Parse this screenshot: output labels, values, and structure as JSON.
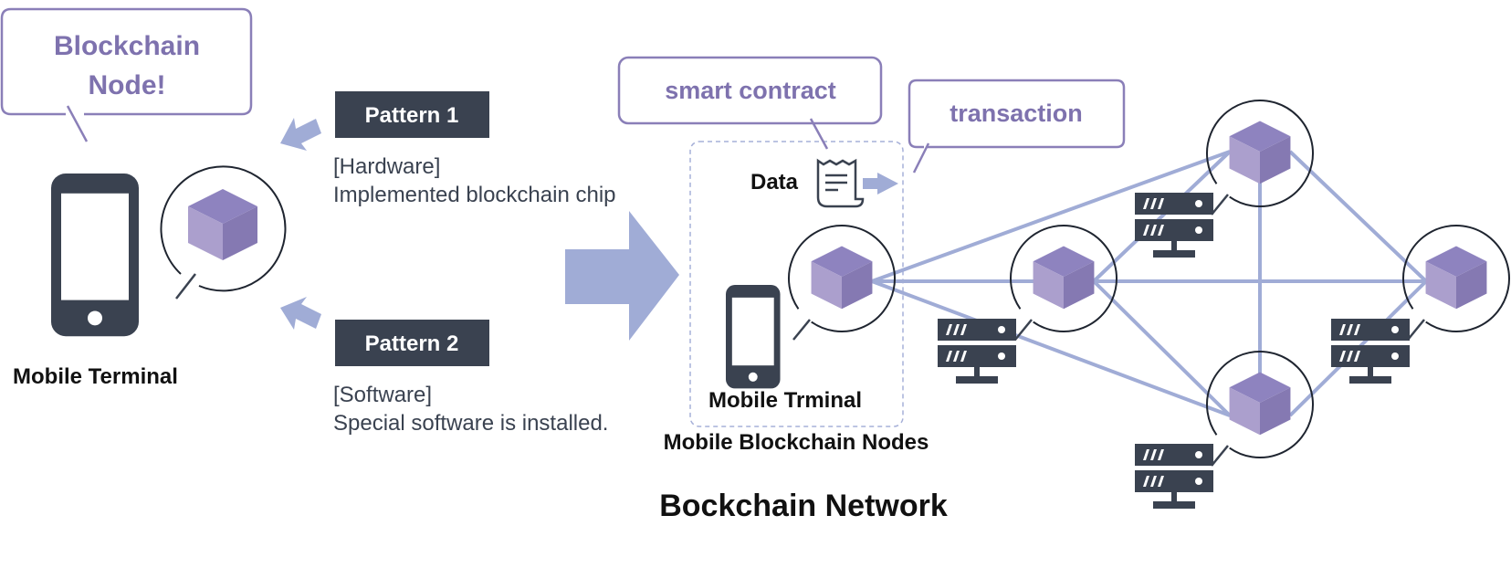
{
  "colors": {
    "accent_purple": "#7e72ae",
    "bubble_border": "#8a7fb8",
    "arrow_blue": "#a0acd6",
    "dark_slate": "#3a4250",
    "cube_top": "#8e83bf",
    "cube_left": "#ab9fcd",
    "cube_right": "#8579b2",
    "link_line": "#a0acd6",
    "dashed_box": "#a6b0d8"
  },
  "left_panel": {
    "speech_bubble": {
      "line1": "Blockchain",
      "line2": "Node!"
    },
    "device_label": "Mobile Terminal",
    "device_icon": "smartphone-icon",
    "node_icon": "cube-icon"
  },
  "patterns": [
    {
      "badge": "Pattern 1",
      "type": "[Hardware]",
      "description": "Implemented blockchain chip"
    },
    {
      "badge": "Pattern 2",
      "type": "[Software]",
      "description": "Special software is installed."
    }
  ],
  "center_arrow": {
    "icon": "arrow-right-icon"
  },
  "mobile_nodes_box": {
    "smart_contract_bubble": "smart contract",
    "transaction_bubble": "transaction",
    "data_label": "Data",
    "data_icon": "receipt-document-icon",
    "terminal_label": "Mobile Trminal",
    "box_label": "Mobile Blockchain Nodes"
  },
  "network": {
    "title": "Bockchain Network",
    "node_icon": "cube-icon",
    "server_icon": "server-rack-icon",
    "nodes": [
      "mobile",
      "left",
      "top",
      "right",
      "bottom"
    ],
    "links": [
      [
        "mobile",
        "left"
      ],
      [
        "mobile",
        "top"
      ],
      [
        "mobile",
        "bottom"
      ],
      [
        "left",
        "top"
      ],
      [
        "left",
        "right"
      ],
      [
        "left",
        "bottom"
      ],
      [
        "top",
        "right"
      ],
      [
        "top",
        "bottom"
      ],
      [
        "right",
        "bottom"
      ]
    ]
  }
}
